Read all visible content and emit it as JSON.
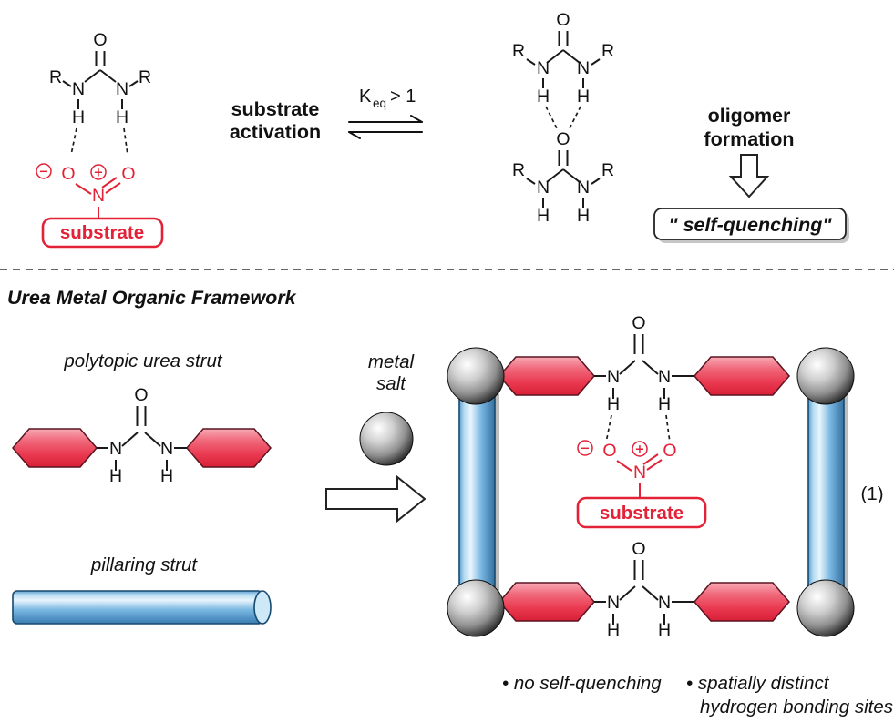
{
  "figure": {
    "top": {
      "activation_label": {
        "line1": "substrate",
        "line2": "activation"
      },
      "keq": {
        "symbol": "K",
        "subscript": "eq",
        "relation": "> 1"
      },
      "oligomer_label": {
        "line1": "oligomer",
        "line2": "formation"
      },
      "self_quenching_label": "\" self-quenching\"",
      "substrate_box_label": "substrate"
    },
    "bottom": {
      "section_heading": "Urea Metal Organic Framework",
      "polytopic_strut_label": "polytopic urea strut",
      "pillaring_strut_label": "pillaring strut",
      "metal_salt_label": {
        "line1": "metal",
        "line2": "salt"
      },
      "substrate_box_label": "substrate",
      "equation_number": "(1)",
      "bullet_no_self_quenching": "• no self-quenching",
      "bullet_spatially_distinct_line1": "• spatially distinct",
      "bullet_spatially_distinct_line2": "hydrogen bonding sites"
    },
    "atoms": {
      "O": "O",
      "N": "N",
      "H": "H",
      "R": "R",
      "plus": "+",
      "minus": "−"
    },
    "colors": {
      "substrate_red": "#e32237",
      "strut_red": "#ee4b61",
      "pillar_blue": "#5ea9dc",
      "sphere_gray": "#8f8f8f",
      "bond_black": "#1a1a1a"
    }
  }
}
